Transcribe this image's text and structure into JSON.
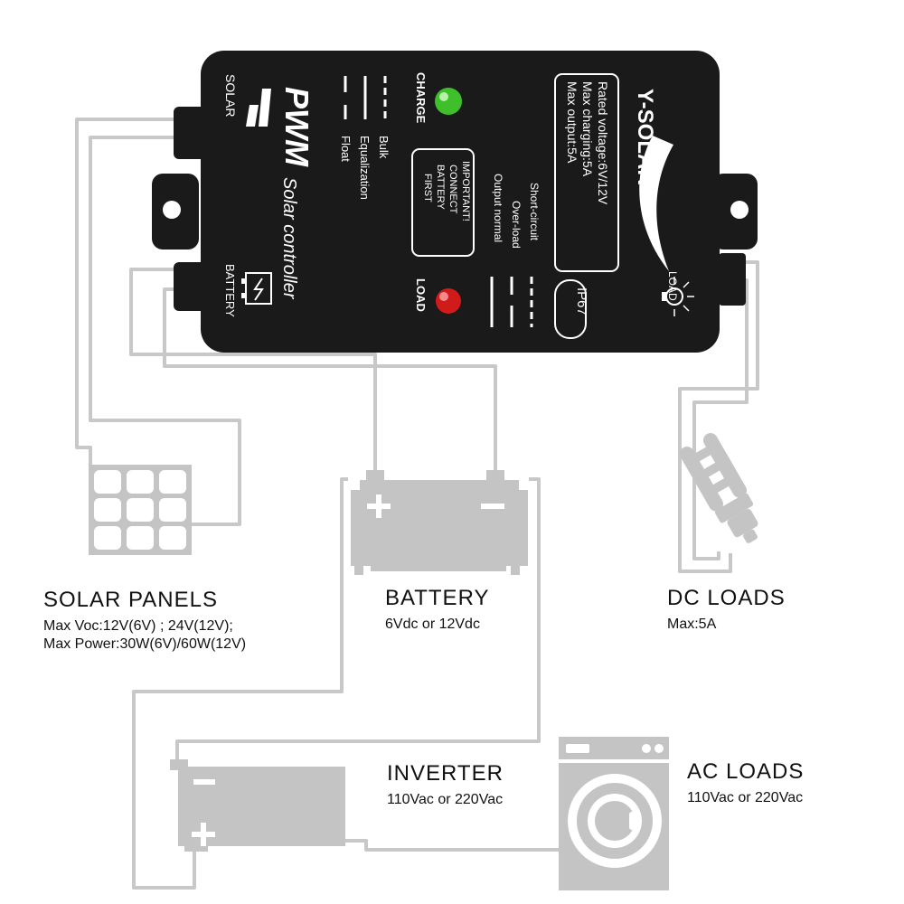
{
  "controller": {
    "brand": "Y-SOLAR",
    "specs": [
      "Rated voltage:6V/12V",
      "Max charging:5A",
      "Max output:5A"
    ],
    "rating": "IP67",
    "model": "PWM",
    "subtitle": "Solar controller",
    "ports": {
      "solar": "SOLAR",
      "battery": "BATTERY",
      "load": "LOAD"
    },
    "leds": {
      "charge": {
        "label": "CHARGE",
        "color": "#3fbf2a"
      },
      "load": {
        "label": "LOAD",
        "color": "#d11a1a"
      }
    },
    "charge_modes": [
      "Bulk",
      "Equalization",
      "Float"
    ],
    "load_modes": [
      "Short-circuit",
      "Over-load",
      "Output normal"
    ],
    "warning": [
      "IMPORTANT!",
      "CONNECT",
      "BATTERY",
      "FIRST"
    ]
  },
  "solar_panels": {
    "title": "SOLAR  PANELS",
    "lines": [
      "Max  Voc:12V(6V) ; 24V(12V);",
      "Max  Power:30W(6V)/60W(12V)"
    ]
  },
  "battery": {
    "title": "BATTERY",
    "lines": [
      "6Vdc  or  12Vdc"
    ]
  },
  "dc_loads": {
    "title": "DC  LOADS",
    "lines": [
      "Max:5A"
    ]
  },
  "inverter": {
    "title": "INVERTER",
    "lines": [
      "110Vac  or  220Vac"
    ]
  },
  "ac_loads": {
    "title": "AC  LOADS",
    "lines": [
      "110Vac  or  220Vac"
    ]
  },
  "colors": {
    "device": "#1a1a1a",
    "wire": "#c8c8c8",
    "component": "#c4c4c4",
    "label": "#ffffff"
  }
}
